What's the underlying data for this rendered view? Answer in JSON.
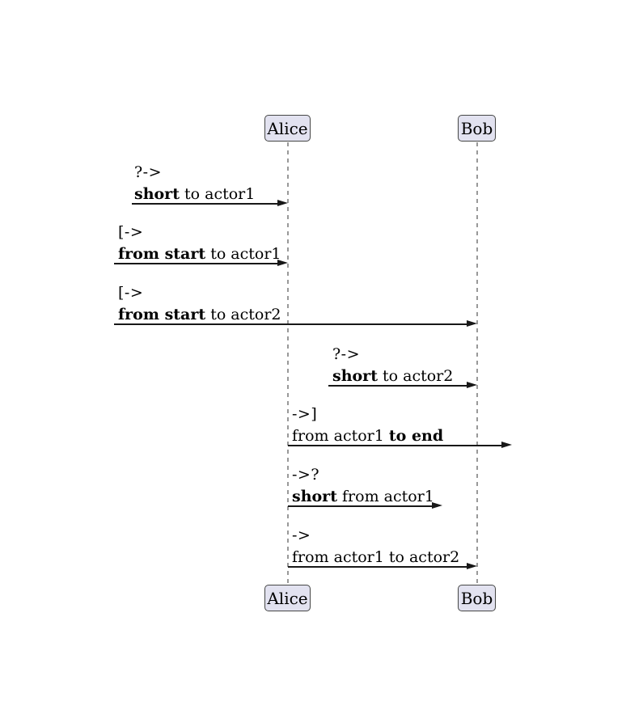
{
  "diagram_type": "sequence-diagram",
  "colors": {
    "background": "#FFFFFF",
    "actor_fill": "#E2E2F0",
    "actor_border": "#454645",
    "lifeline": "#999999",
    "arrow": "#181818",
    "text": "#000000"
  },
  "actors": [
    {
      "name": "Alice"
    },
    {
      "name": "Bob"
    }
  ],
  "messages": [
    {
      "prefix": "?->",
      "pre": "",
      "bold": "short",
      "post": " to actor1"
    },
    {
      "prefix": "[->",
      "pre": "",
      "bold": "from start",
      "post": " to actor1"
    },
    {
      "prefix": "[->",
      "pre": "",
      "bold": "from start",
      "post": " to actor2"
    },
    {
      "prefix": "?->",
      "pre": "",
      "bold": "short",
      "post": " to actor2"
    },
    {
      "prefix": "->]",
      "pre": "from actor1 ",
      "bold": "to end",
      "post": ""
    },
    {
      "prefix": "->?",
      "pre": "",
      "bold": "short",
      "post": " from actor1"
    },
    {
      "prefix": "->",
      "pre": "from actor1 to actor2",
      "bold": "",
      "post": ""
    }
  ]
}
